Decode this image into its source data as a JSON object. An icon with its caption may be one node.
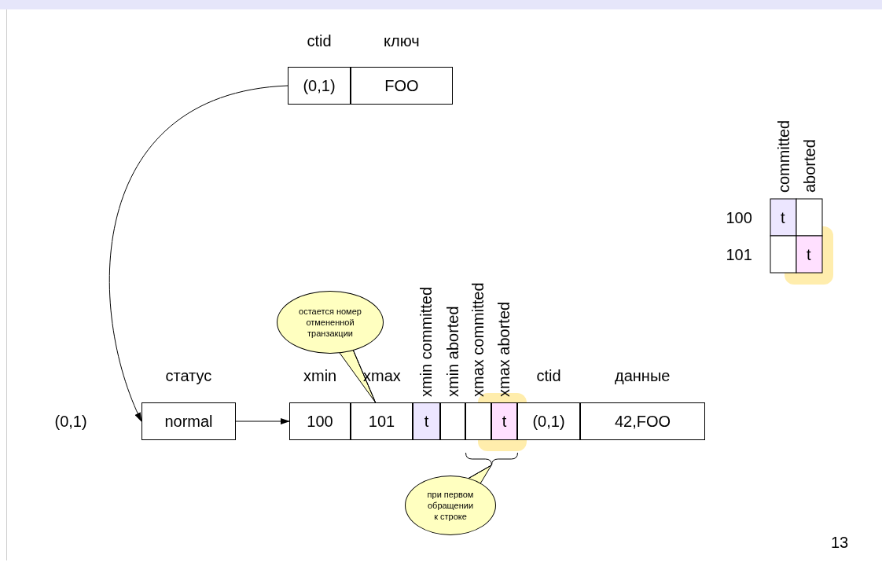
{
  "diagram": {
    "nodes": [
      {
        "text": [
          "(0,1)"
        ],
        "beside": [
          "ctid"
        ]
      },
      {
        "text": [
          "FOO"
        ],
        "beside": [
          "ключ"
        ]
      },
      {
        "text": [
          "normal"
        ],
        "beside": [
          "статус"
        ]
      },
      {
        "text": [
          "100"
        ],
        "beside": [
          "xmin"
        ]
      },
      {
        "text": [
          "101"
        ],
        "beside": [
          "xmax"
        ]
      },
      {
        "text": [
          "t"
        ],
        "beside": [
          "xmin committed"
        ]
      },
      {
        "text": [],
        "shape": "box",
        "beside": [
          "xmin aborted"
        ]
      },
      {
        "text": [],
        "shape": "box",
        "beside": [
          "xmax committed"
        ]
      },
      {
        "text": [
          "t"
        ],
        "beside": [
          "xmax aborted"
        ]
      },
      {
        "text": [
          "(0,1)"
        ],
        "beside": [
          "ctid"
        ]
      },
      {
        "text": [
          "42,FOO"
        ],
        "beside": [
          "данные"
        ]
      },
      {
        "text": [
          "остается номер отмененной транзакции"
        ]
      },
      {
        "text": [
          "при первом обращении к строке"
        ]
      },
      {
        "text": [],
        "shape": "bracket"
      }
    ],
    "edges": [
      {
        "from": 0,
        "to": 2,
        "arrow": "to"
      },
      {
        "from": 2,
        "to": 3,
        "arrow": "to"
      },
      {
        "from": 11,
        "to": 4,
        "arrow": "none"
      },
      {
        "from": 12,
        "to": 13,
        "arrow": "none"
      }
    ],
    "labels": [
      "committed",
      "aborted",
      "100",
      "t",
      "101",
      "t",
      "(0,1)",
      "13"
    ]
  }
}
